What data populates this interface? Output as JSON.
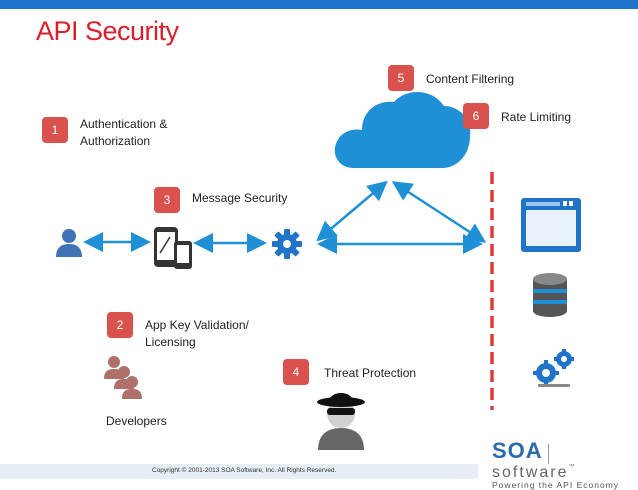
{
  "title": "API Security",
  "steps": [
    {
      "num": "1",
      "label_line1": "Authentication &",
      "label_line2": "Authorization"
    },
    {
      "num": "2",
      "label_line1": "App Key Validation/",
      "label_line2": "Licensing"
    },
    {
      "num": "3",
      "label": "Message Security"
    },
    {
      "num": "4",
      "label": "Threat Protection"
    },
    {
      "num": "5",
      "label": "Content Filtering"
    },
    {
      "num": "6",
      "label": "Rate Limiting"
    }
  ],
  "developers_label": "Developers",
  "copyright": "Copyright © 2001-2013 SOA Software, Inc. All Rights Reserved.",
  "logo": {
    "brand": "SOA",
    "software": "software",
    "tm": "™",
    "tagline": "Powering the API Economy"
  },
  "colors": {
    "title": "#d8202a",
    "badge": "#d9524d",
    "accent": "#1f73c9",
    "cloud": "#1f8fd6",
    "firewall": "#e03a3a"
  },
  "icons": [
    "user-icon",
    "mobile-devices-icon",
    "gear-icon",
    "cloud-icon",
    "firewall-line",
    "browser-window-icon",
    "database-icon",
    "server-gears-icon",
    "developers-group-icon",
    "spy-threat-icon"
  ]
}
